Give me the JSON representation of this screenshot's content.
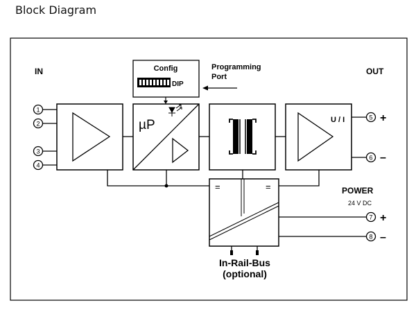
{
  "page": {
    "title": "Block Diagram"
  },
  "labels": {
    "in": "IN",
    "out": "OUT",
    "config": "Config",
    "dip": "DIP",
    "programming_line1": "Programming",
    "programming_line2": "Port",
    "micro": "µP",
    "ui": "U / I",
    "power": "POWER",
    "power_voltage": "24 V DC",
    "rail_line1": "In-Rail-Bus",
    "rail_line2": "(optional)",
    "plus": "+",
    "minus": "–",
    "equals": "="
  },
  "terminals": {
    "in": [
      "1",
      "2",
      "3",
      "4"
    ],
    "out": [
      "5",
      "6"
    ],
    "power": [
      "7",
      "8"
    ]
  },
  "colors": {
    "line": "#000000",
    "background": "#ffffff"
  }
}
